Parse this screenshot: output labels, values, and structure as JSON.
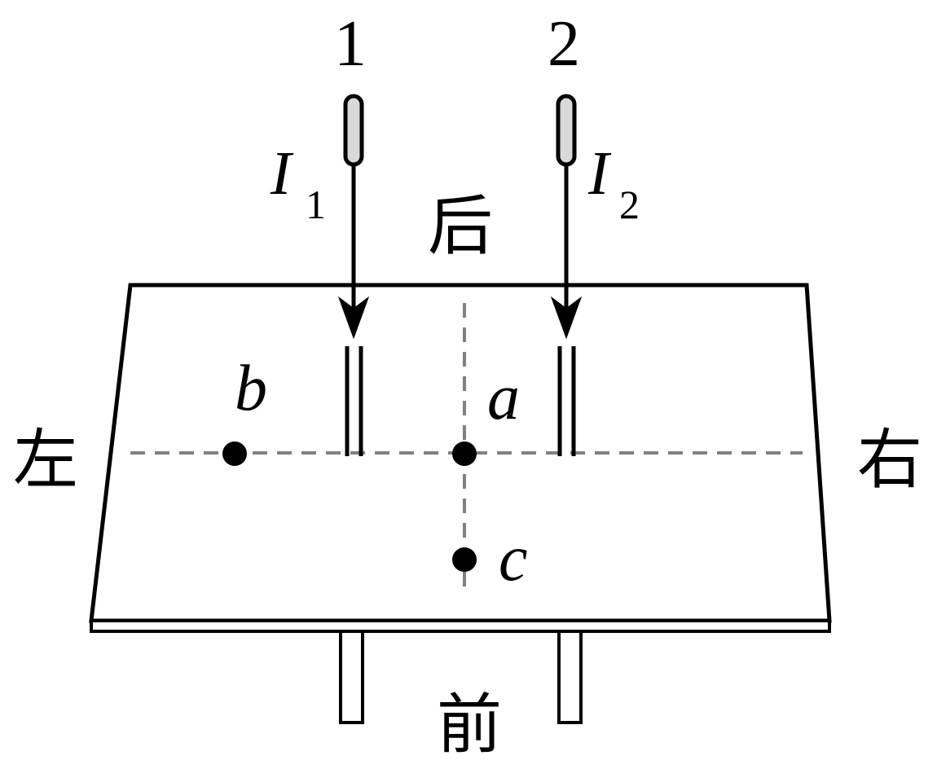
{
  "wires": {
    "wire1": {
      "number": "1",
      "current_symbol": "I",
      "current_subscript": "1"
    },
    "wire2": {
      "number": "2",
      "current_symbol": "I",
      "current_subscript": "2"
    }
  },
  "directions": {
    "back": "后",
    "front": "前",
    "left": "左",
    "right": "右"
  },
  "points": {
    "a": "a",
    "b": "b",
    "c": "c"
  },
  "colors": {
    "stroke": "#000000",
    "dashed_line": "#808080",
    "wire_fill": "#d9d9d9"
  }
}
